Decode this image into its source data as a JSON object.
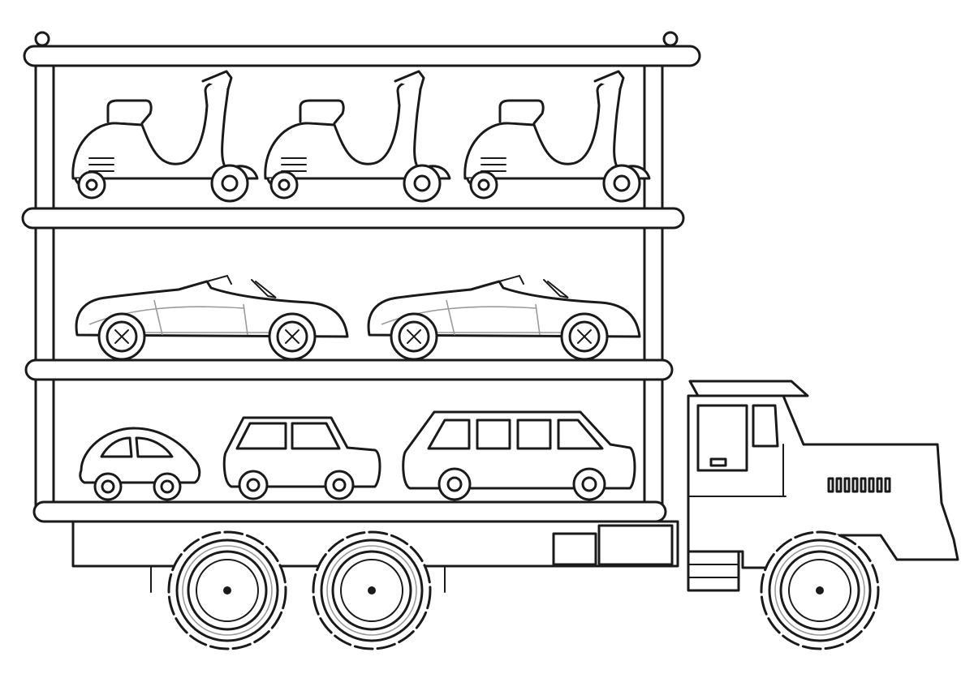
{
  "scene": {
    "kind": "coloring-page line drawing",
    "colors": {
      "ink": "#1a1a1a",
      "paper": "#ffffff",
      "shade": "#9a9a9a"
    },
    "deck_counts": {
      "scooters": 3,
      "convertibles": 2,
      "small_cars": 3
    },
    "truck_wheels": 3
  }
}
